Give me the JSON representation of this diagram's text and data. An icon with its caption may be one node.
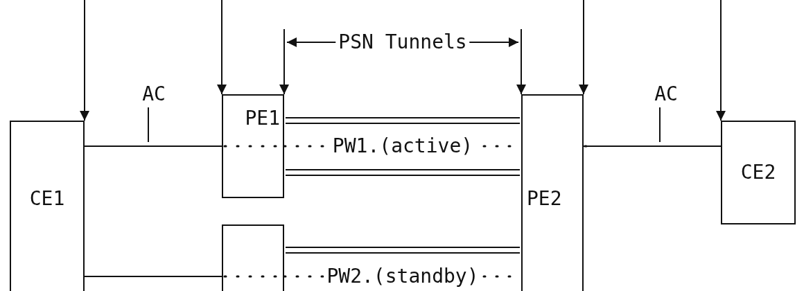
{
  "diagram": {
    "nodes": [
      {
        "text": [
          "AC"
        ]
      },
      {
        "text": [
          "PE1"
        ]
      },
      {
        "text": [
          "AC"
        ]
      },
      {
        "text": [
          "CE1"
        ]
      },
      {
        "text": [
          "CE2"
        ]
      },
      {
        "text": [
          "PE2"
        ]
      },
      {
        "text": [],
        "shape": "box"
      }
    ],
    "edges": [
      {
        "from": null,
        "to": 3,
        "arrow": "to"
      },
      {
        "from": null,
        "to": 1,
        "arrow": "to"
      },
      {
        "from": null,
        "to": 1,
        "arrow": "to"
      },
      {
        "from": null,
        "to": 5,
        "arrow": "to"
      },
      {
        "from": null,
        "to": 5,
        "arrow": "to"
      },
      {
        "from": null,
        "to": 4,
        "arrow": "to"
      },
      {
        "from": 3,
        "to": 1,
        "arrow": "none"
      },
      {
        "from": 1,
        "to": 5,
        "arrow": "none",
        "label": "PW1.(active)",
        "style": "dashed"
      },
      {
        "from": 5,
        "to": 4,
        "arrow": "none"
      },
      {
        "from": 3,
        "to": 6,
        "arrow": "none"
      },
      {
        "from": 6,
        "to": 5,
        "arrow": "none",
        "label": "PW2.(standby)",
        "style": "dashed"
      },
      {
        "from": 0,
        "to": null,
        "arrow": "none"
      },
      {
        "from": 2,
        "to": null,
        "arrow": "none"
      }
    ],
    "labels": [
      "PSN Tunnels"
    ]
  }
}
